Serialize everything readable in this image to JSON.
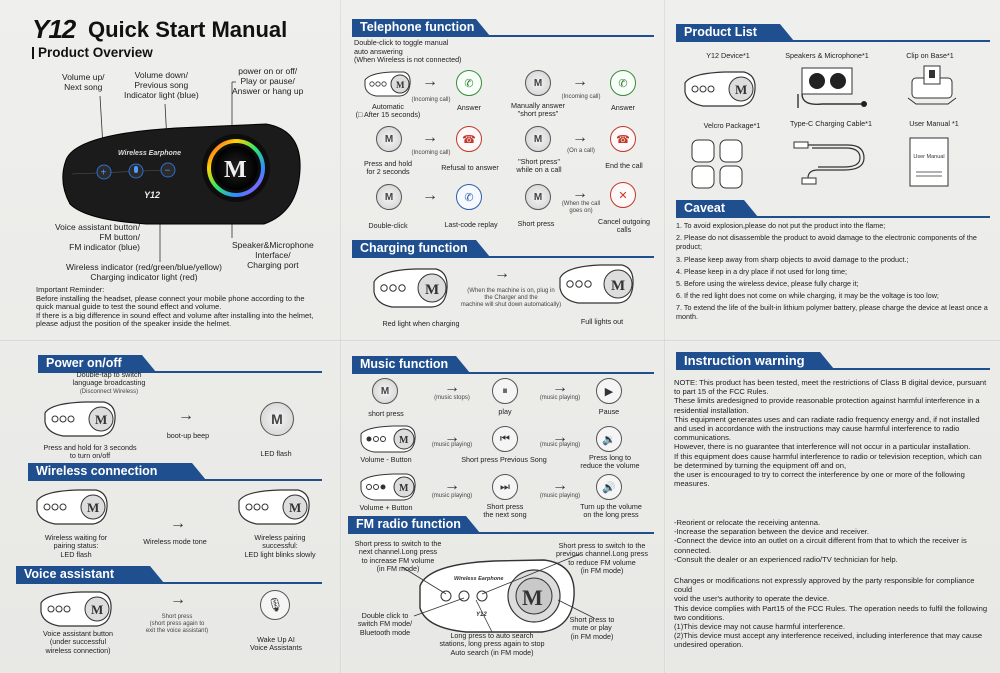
{
  "overview": {
    "brand": "Y12",
    "title": "Quick Start Manual",
    "section": "Product Overview",
    "labels": {
      "vol_up": "Volume up/\nNext song",
      "vol_down": "Volume down/\nPrevious song\nIndicator light (blue)",
      "power": "power on or off/\nPlay or pause/\nAnswer or hang up",
      "voice": "Voice assistant button/\nFM button/\nFM indicator (blue)",
      "speaker": "Speaker&Microphone\nInterface/\nCharging port",
      "wireless_indicator": "Wireless indicator (red/green/blue/yellow)\nCharging indicator light (red)"
    },
    "device_text": "Wireless Earphone",
    "device_brand": "Y12",
    "device_logo": "M",
    "reminder": "Important Reminder:\nBefore installing the headset, please connect your mobile phone according to the quick manual guide to test the sound effect and volume.\nIf there is a big difference in sound effect and volume after installing into the helmet, please adjust the position of the speaker inside the helmet."
  },
  "telephone": {
    "title": "Telephone function",
    "note": "Double-click to toggle manual\nauto answering\n(When Wireless is not connected)",
    "rows": [
      {
        "a": "Automatic\n(□ After 15 seconds)",
        "mid": "(Incoming call)",
        "b": "Answer",
        "c": "Manually answer\n\"short press\"",
        "mid2": "(Incoming call)",
        "d": "Answer"
      },
      {
        "a": "Press and hold\nfor 2 seconds",
        "mid": "(Incoming call)",
        "b": "Refusal to answer",
        "c": "\"Short press\"\nwhile on a call",
        "mid2": "(On a call)",
        "d": "End the call"
      },
      {
        "a": "Double-click",
        "mid": "",
        "b": "Last-code replay",
        "c": "Short press",
        "mid2": "(When the call\ngoes on)",
        "d": "Cancel outgoing\ncalls"
      }
    ]
  },
  "charging": {
    "title": "Charging function",
    "left": "Red light when charging",
    "mid": "(When the machine is on, plug in\nthe Charger and the\nmachine will shut down automatically)",
    "right": "Full lights out"
  },
  "product_list": {
    "title": "Product List",
    "items": [
      {
        "name": "Y12 Device*1"
      },
      {
        "name": "Speakers & Microphone*1"
      },
      {
        "name": "Clip on Base*1"
      },
      {
        "name": "Velcro Package*1"
      },
      {
        "name": "Type-C Charging Cable*1"
      },
      {
        "name": "User Manual *1"
      }
    ],
    "manual_text": "User Manual"
  },
  "caveat": {
    "title": "Caveat",
    "items": [
      "1. To avoid explosion,please do not put the product into the flame;",
      "2. Please do not disassemble the product to avoid damage to the electronic components of the product;",
      "3. Please keep away from sharp objects to avoid damage to the product.;",
      "4. Please keep in a dry place if not used for long time;",
      "5. Before using the wireless device, please fully charge it;",
      "6. If the red light does not come on while charging, it may be the voltage is too low;",
      "7. To extend the life of the built-in lithium polymer battery, please charge the device at least once a month."
    ]
  },
  "power": {
    "title": "Power on/off",
    "top": "Double-tap to switch\nlanguage broadcasting",
    "top_small": "(Disconnect Wireless)",
    "left": "Press and hold for 3 seconds\nto turn on/off",
    "mid": "boot-up beep",
    "right": "LED flash"
  },
  "wireless": {
    "title": "Wireless connection",
    "left": "Wireless waiting for\npairing status:\nLED flash",
    "mid": "Wireless mode tone",
    "right": "Wireless pairing\nsuccessful:\nLED light blinks slowly"
  },
  "voice_assistant": {
    "title": "Voice assistant",
    "left": "Voice assistant button\n(under successful\nwireless connection)",
    "mid": "Short press\n(short press again to\nexit the voice assistant)",
    "right": "Wake Up AI\nVoice Assistants"
  },
  "music": {
    "title": "Music function",
    "rows": [
      {
        "a": "short press",
        "m1": "(music stops)",
        "b": "play",
        "m2": "(music playing)",
        "c": "Pause"
      },
      {
        "a": "Volume - Button",
        "m1": "(music playing)",
        "b": "Short press Previous Song",
        "m2": "(music playing)",
        "c": "Press long to\nreduce the volume"
      },
      {
        "a": "Volume + Button",
        "m1": "(music playing)",
        "b": "Short press\nthe next song",
        "m2": "(music playing)",
        "c": "Turn up the volume\non the long press"
      }
    ]
  },
  "fm": {
    "title": "FM radio function",
    "tl": "Short press to switch to the\nnext channel.Long press\nto increase FM volume\n(in FM mode)",
    "tr": "Short press to switch to the\nprevious channel.Long press\nto reduce FM volume\n(in FM mode)",
    "bl": "Double click to\nswitch FM mode/\nBluetooth mode",
    "bm": "Long press to auto search\nstations, long press again to stop\nAuto search (in FM mode)",
    "br": "Short press to\nmute or play\n(in FM mode)",
    "device_text": "Wireless Earphone"
  },
  "warning": {
    "title": "Instruction warning",
    "p1": "NOTE: This product has been tested, meet the restrictions of Class B digital device, pursuant to part 15 of the FCC Rules.\nThese limits aredesigned to provide reasonable protection against harmful interference in a residential installation.\nThis equipment generates uses and can radiate radio frequency energy and, if not installed and used in accordance with the instructions may cause harmful interference to radio communications.\nHowever, there is no guarantee that interference will not occur in a particular installation.\nIf this equipment does cause harmful interference to radio or television reception, which can be determined by turning the equipment off and on,\nthe user is encouraged to try to correct the interference by one or more of the following measures.",
    "p2": "-Reorient or relocate the receiving antenna.\n-Increase the separation between the device and receiver.\n-Connect the device into an outlet on a circuit different from that to which the receiver is connected.\n-Consult the dealer or an experienced radio/TV technician for help.",
    "p3": "Changes or modifications not expressly approved by the party responsible for compliance could\nvoid the user's authority to operate the device.\nThis device complies with Part15 of the FCC Rules. The operation needs to fulfil the following two conditions.\n(1)This device may not cause harmful interference.\n(2)This device must accept any interference received, including interference that may cause undesired operation."
  }
}
